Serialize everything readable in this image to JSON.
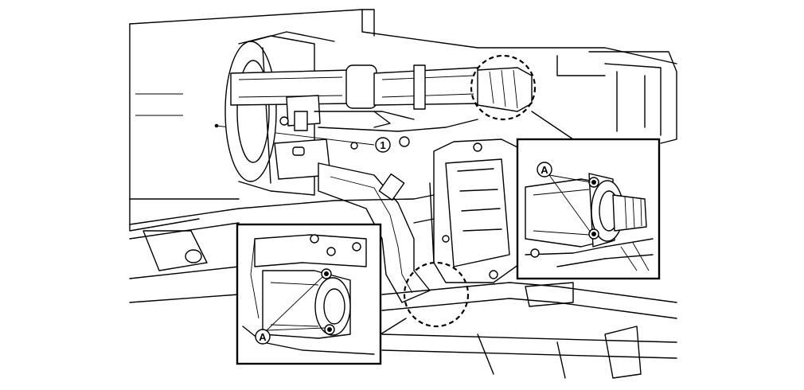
{
  "figure": {
    "callouts": [
      {
        "id": "callout-1",
        "label": "1"
      },
      {
        "id": "callout-A-right",
        "label": "A"
      },
      {
        "id": "callout-A-left",
        "label": "A"
      }
    ]
  },
  "colors": {
    "line": "#000000",
    "background": "#ffffff"
  }
}
